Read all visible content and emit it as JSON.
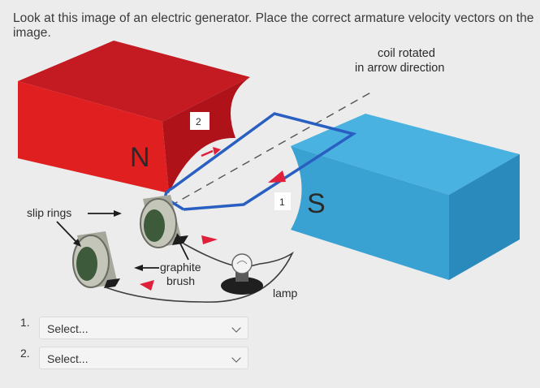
{
  "question": {
    "text": "Look at this image of an electric generator. Place the correct armature velocity vectors on the image."
  },
  "figure": {
    "pole_n": "N",
    "pole_s": "S",
    "coil_label_line1": "coil rotated",
    "coil_label_line2": "in arrow direction",
    "slip_rings_label": "slip rings",
    "brush_label_line1": "graphite",
    "brush_label_line2": "brush",
    "lamp_label": "lamp",
    "marker_1": "1",
    "marker_2": "2",
    "colors": {
      "magnet_n": "#e02020",
      "magnet_n_shade": "#b0121a",
      "magnet_s": "#3aa2d2",
      "magnet_s_shade": "#2a7eab",
      "coil": "#2a5fc2",
      "arrow_red": "#e0203a"
    }
  },
  "answers": [
    {
      "number": "1.",
      "value": "Select..."
    },
    {
      "number": "2.",
      "value": "Select..."
    }
  ]
}
